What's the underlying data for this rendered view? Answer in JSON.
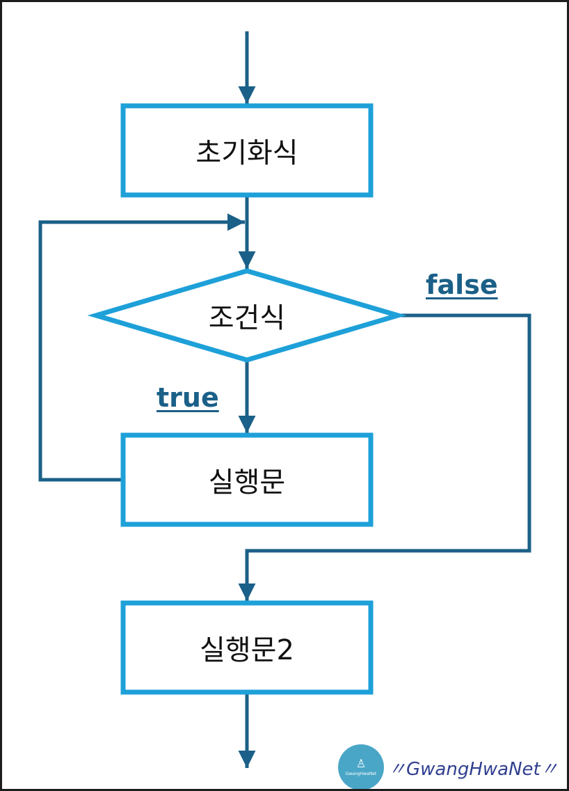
{
  "colors": {
    "box_border": "#1ea0d8",
    "arrow": "#1b6088",
    "edge_label": "#1b6088",
    "watermark_text": "#303f8f",
    "watermark_logo": "#4aa6c7"
  },
  "nodes": {
    "init": "초기화식",
    "condition": "조건식",
    "body": "실행문",
    "after": "실행문2"
  },
  "edges": {
    "true_label": "true",
    "false_label": "false"
  },
  "watermark": {
    "text": "〃GwangHwaNet〃",
    "logo_text": "GwangHwaNet"
  }
}
